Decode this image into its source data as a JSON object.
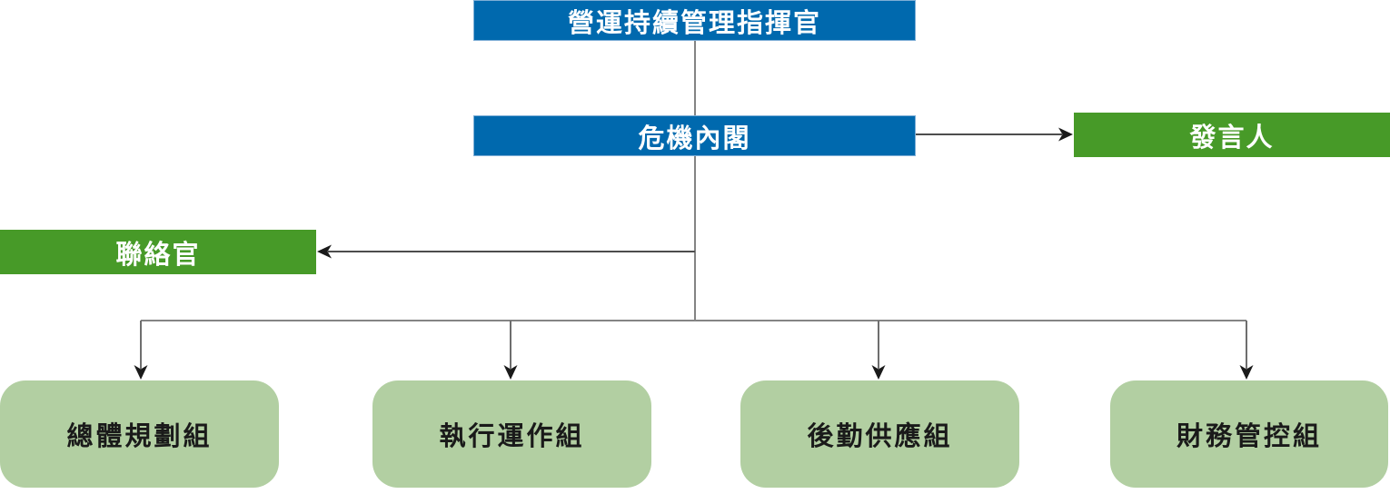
{
  "colors": {
    "primary_blue": "#0069AE",
    "blue_border": "#7EAED6",
    "accent_green": "#479A28",
    "light_green": "#B2CFA2",
    "line_gray": "#848484",
    "arrow_black": "#1A1A1A",
    "text_on_color": "#FFFFFF",
    "text_dark": "#1A1A1A"
  },
  "org_chart": {
    "commander": {
      "label": "營運持續管理指揮官"
    },
    "crisis_cabinet": {
      "label": "危機內閣"
    },
    "spokesperson": {
      "label": "發言人"
    },
    "liaison_officer": {
      "label": "聯絡官"
    },
    "teams": [
      {
        "label": "總體規劃組"
      },
      {
        "label": "執行運作組"
      },
      {
        "label": "後勤供應組"
      },
      {
        "label": "財務管控組"
      }
    ]
  }
}
